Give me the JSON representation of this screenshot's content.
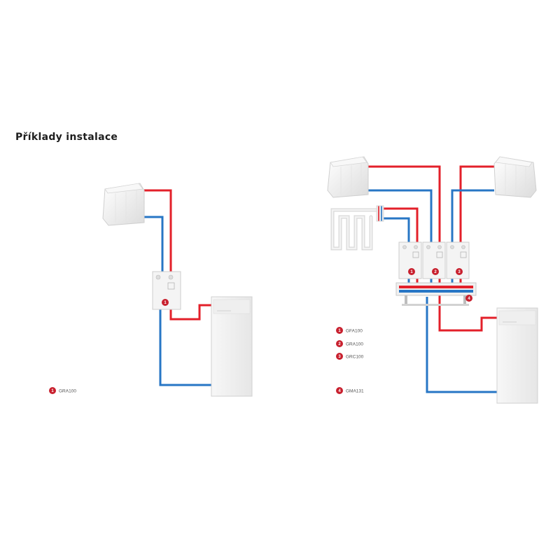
{
  "title": "Příklady instalace",
  "colors": {
    "hot": "#e3202a",
    "cold": "#2776c5",
    "badge": "#c8202e",
    "module": "#f3f3f3"
  },
  "left_example": {
    "legend": [
      {
        "number": "1",
        "label": "GRA100"
      }
    ],
    "module_badges": [
      "1"
    ]
  },
  "right_example": {
    "legend": [
      {
        "number": "1",
        "label": "GFA100"
      },
      {
        "number": "2",
        "label": "GRA100"
      },
      {
        "number": "3",
        "label": "GRC100"
      },
      {
        "number": "4",
        "label": "GMA131"
      }
    ],
    "module_badges": [
      "1",
      "2",
      "3"
    ],
    "manifold_badge": "4"
  }
}
